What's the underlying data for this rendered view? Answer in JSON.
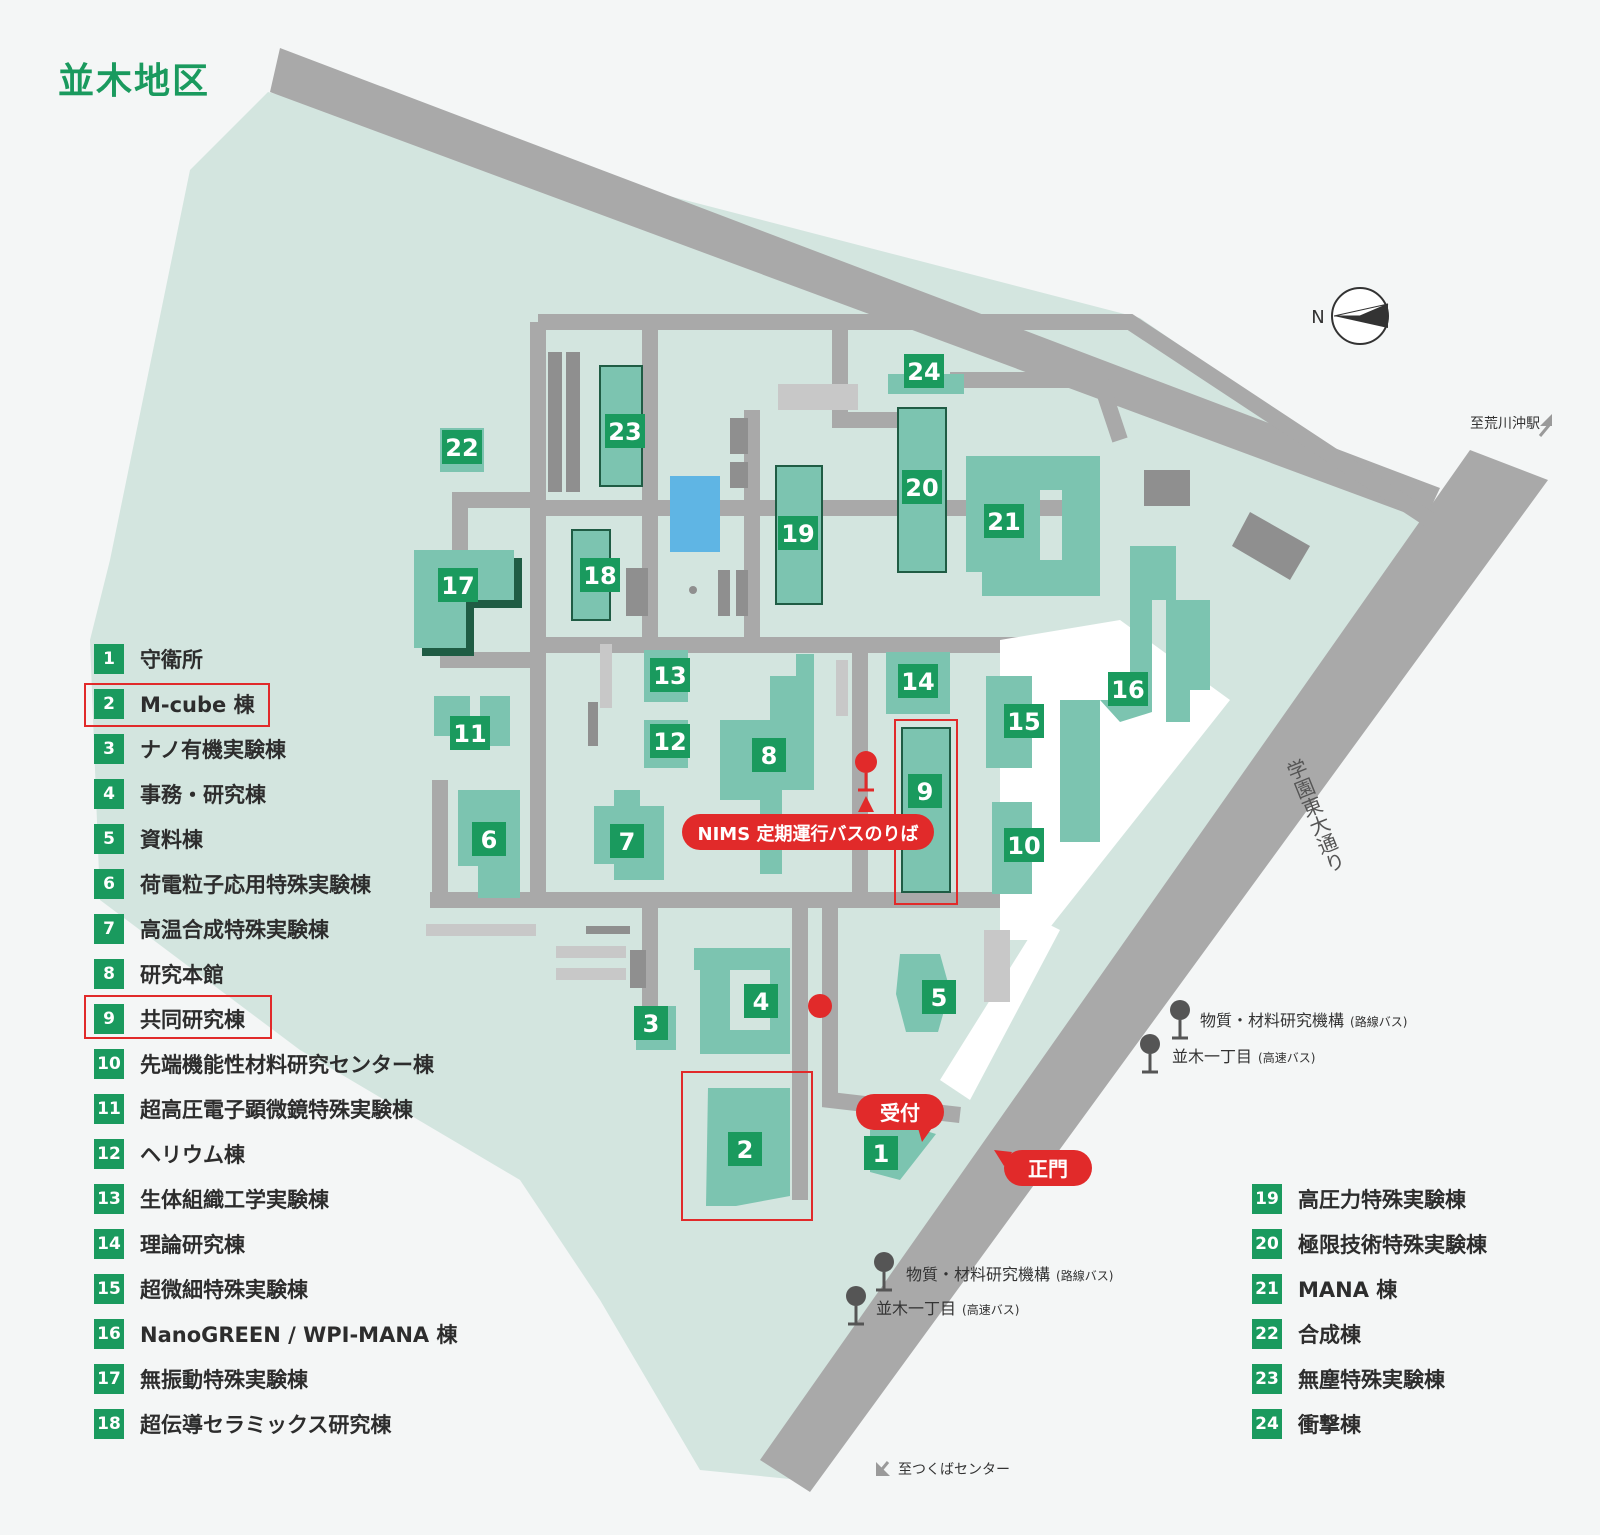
{
  "title": "並木地区",
  "compass": {
    "label": "N"
  },
  "directions": {
    "arakawa": "至荒川沖駅",
    "tsukuba": "至つくばセンター"
  },
  "road_name": "学園東大通り",
  "markers": {
    "bus_stop_nims": "NIMS 定期運行バスのりば",
    "reception": "受付",
    "main_gate": "正門"
  },
  "bus_stops": [
    {
      "name": "物質・材料研究機構",
      "note": "(路線バス)"
    },
    {
      "name": "並木一丁目",
      "note": "(高速バス)"
    },
    {
      "name": "物質・材料研究機構",
      "note": "(路線バス)"
    },
    {
      "name": "並木一丁目",
      "note": "(高速バス)"
    }
  ],
  "legend": [
    {
      "num": "1",
      "name": "守衛所"
    },
    {
      "num": "2",
      "name": "M-cube 棟",
      "highlight": true
    },
    {
      "num": "3",
      "name": "ナノ有機実験棟"
    },
    {
      "num": "4",
      "name": "事務・研究棟"
    },
    {
      "num": "5",
      "name": "資料棟"
    },
    {
      "num": "6",
      "name": "荷電粒子応用特殊実験棟"
    },
    {
      "num": "7",
      "name": "高温合成特殊実験棟"
    },
    {
      "num": "8",
      "name": "研究本館"
    },
    {
      "num": "9",
      "name": "共同研究棟",
      "highlight": true
    },
    {
      "num": "10",
      "name": "先端機能性材料研究センター棟"
    },
    {
      "num": "11",
      "name": "超高圧電子顕微鏡特殊実験棟"
    },
    {
      "num": "12",
      "name": "ヘリウム棟"
    },
    {
      "num": "13",
      "name": "生体組織工学実験棟"
    },
    {
      "num": "14",
      "name": "理論研究棟"
    },
    {
      "num": "15",
      "name": "超微細特殊実験棟"
    },
    {
      "num": "16",
      "name": "NanoGREEN / WPI-MANA 棟"
    },
    {
      "num": "17",
      "name": "無振動特殊実験棟"
    },
    {
      "num": "18",
      "name": "超伝導セラミックス研究棟"
    },
    {
      "num": "19",
      "name": "高圧力特殊実験棟"
    },
    {
      "num": "20",
      "name": "極限技術特殊実験棟"
    },
    {
      "num": "21",
      "name": "MANA 棟"
    },
    {
      "num": "22",
      "name": "合成棟"
    },
    {
      "num": "23",
      "name": "無塵特殊実験棟"
    },
    {
      "num": "24",
      "name": "衝撃棟"
    }
  ],
  "colors": {
    "building": "#7cc4b0",
    "building_shadow": "#1f5c44",
    "label_bg": "#1a9a5e",
    "road": "#a9a9a9",
    "ground": "#d3e5df",
    "pool": "#5fb5e4",
    "accent_red": "#e12a2a",
    "title_green": "#1a9a5e"
  }
}
